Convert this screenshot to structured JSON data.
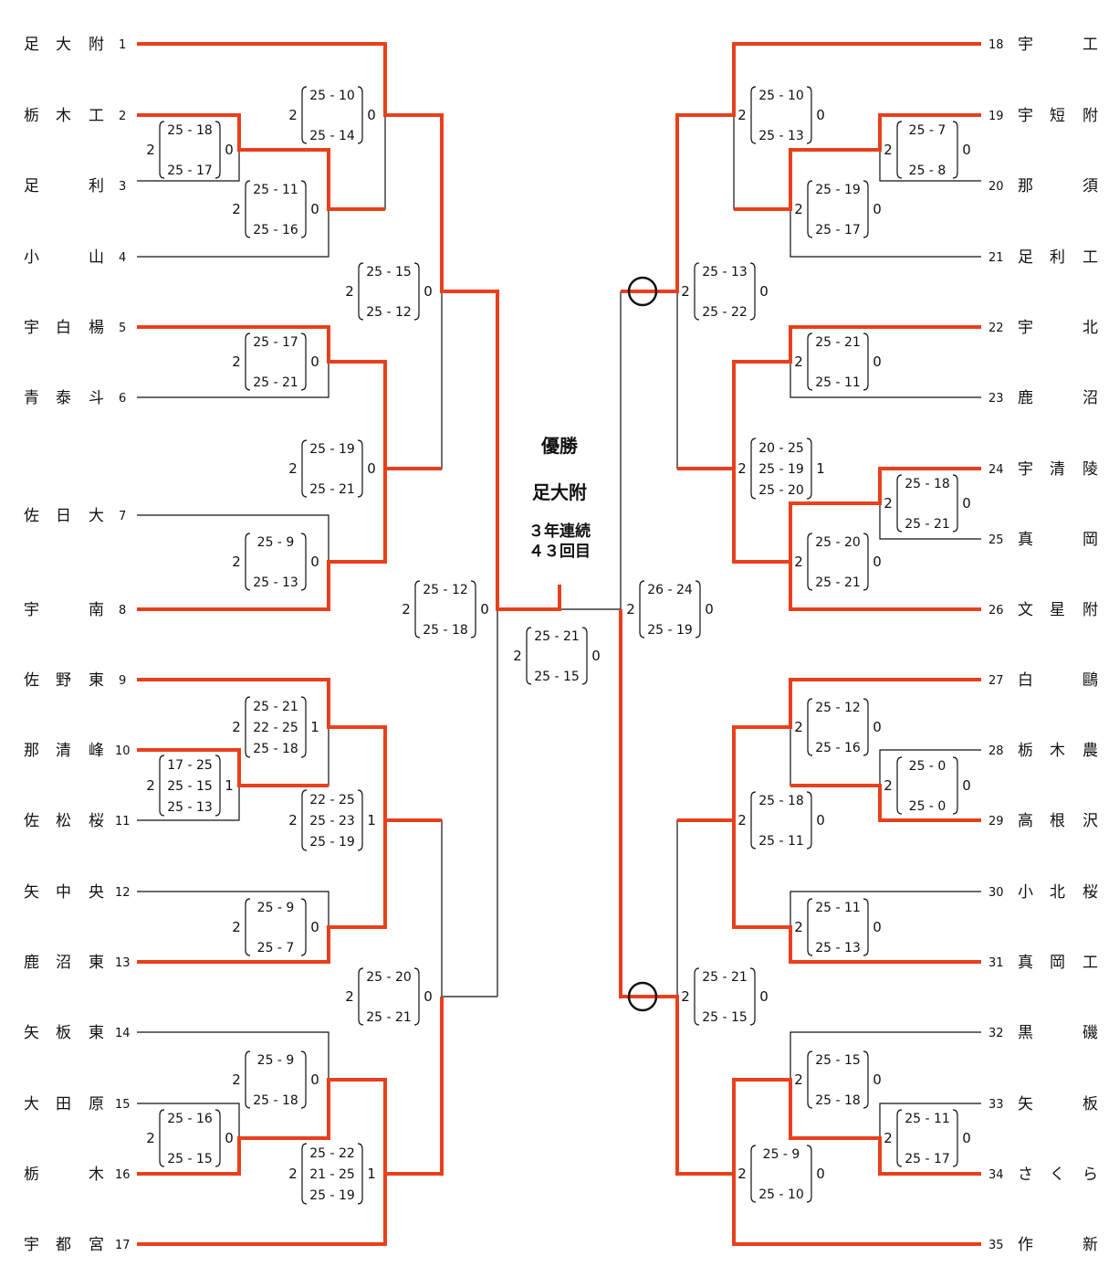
{
  "champion": {
    "label": "優勝",
    "team": "足大附",
    "streak": "３年連続",
    "count": "４３回目"
  },
  "teams_left": [
    {
      "no": "1",
      "chars": [
        "足",
        "大",
        "附"
      ]
    },
    {
      "no": "2",
      "chars": [
        "栃",
        "木",
        "工"
      ]
    },
    {
      "no": "3",
      "chars": [
        "足",
        "",
        "利"
      ]
    },
    {
      "no": "4",
      "chars": [
        "小",
        "",
        "山"
      ]
    },
    {
      "no": "5",
      "chars": [
        "宇",
        "白",
        "楊"
      ]
    },
    {
      "no": "6",
      "chars": [
        "青",
        "泰",
        "斗"
      ]
    },
    {
      "no": "7",
      "chars": [
        "佐",
        "日",
        "大"
      ]
    },
    {
      "no": "8",
      "chars": [
        "宇",
        "",
        "南"
      ]
    },
    {
      "no": "9",
      "chars": [
        "佐",
        "野",
        "東"
      ]
    },
    {
      "no": "10",
      "chars": [
        "那",
        "清",
        "峰"
      ]
    },
    {
      "no": "11",
      "chars": [
        "佐",
        "松",
        "桜"
      ]
    },
    {
      "no": "12",
      "chars": [
        "矢",
        "中",
        "央"
      ]
    },
    {
      "no": "13",
      "chars": [
        "鹿",
        "沼",
        "東"
      ]
    },
    {
      "no": "14",
      "chars": [
        "矢",
        "板",
        "東"
      ]
    },
    {
      "no": "15",
      "chars": [
        "大",
        "田",
        "原"
      ]
    },
    {
      "no": "16",
      "chars": [
        "栃",
        "",
        "木"
      ]
    },
    {
      "no": "17",
      "chars": [
        "宇",
        "都",
        "宮"
      ]
    }
  ],
  "teams_right": [
    {
      "no": "18",
      "chars": [
        "宇",
        "",
        "工"
      ]
    },
    {
      "no": "19",
      "chars": [
        "宇",
        "短",
        "附"
      ]
    },
    {
      "no": "20",
      "chars": [
        "那",
        "",
        "須"
      ]
    },
    {
      "no": "21",
      "chars": [
        "足",
        "利",
        "工"
      ]
    },
    {
      "no": "22",
      "chars": [
        "宇",
        "",
        "北"
      ]
    },
    {
      "no": "23",
      "chars": [
        "鹿",
        "",
        "沼"
      ]
    },
    {
      "no": "24",
      "chars": [
        "宇",
        "清",
        "陵"
      ]
    },
    {
      "no": "25",
      "chars": [
        "真",
        "",
        "岡"
      ]
    },
    {
      "no": "26",
      "chars": [
        "文",
        "星",
        "附"
      ]
    },
    {
      "no": "27",
      "chars": [
        "白",
        "",
        "鷗"
      ]
    },
    {
      "no": "28",
      "chars": [
        "栃",
        "木",
        "農"
      ]
    },
    {
      "no": "29",
      "chars": [
        "高",
        "根",
        "沢"
      ]
    },
    {
      "no": "30",
      "chars": [
        "小",
        "北",
        "桜"
      ]
    },
    {
      "no": "31",
      "chars": [
        "真",
        "岡",
        "工"
      ]
    },
    {
      "no": "32",
      "chars": [
        "黒",
        "",
        "磯"
      ]
    },
    {
      "no": "33",
      "chars": [
        "矢",
        "",
        "板"
      ]
    },
    {
      "no": "34",
      "chars": [
        "さ",
        "く",
        "ら"
      ]
    },
    {
      "no": "35",
      "chars": [
        "作",
        "",
        "新"
      ]
    }
  ],
  "matches": [
    {
      "id": "l-2v3",
      "top": "2",
      "bottom": "0",
      "sets": [
        "25 - 18",
        "25 - 17"
      ]
    },
    {
      "id": "l-1v23",
      "top": "2",
      "bottom": "0",
      "sets": [
        "25 - 10",
        "25 - 14"
      ]
    },
    {
      "id": "l-23v4",
      "top": "2",
      "bottom": "0",
      "sets": [
        "25 - 11",
        "25 - 16"
      ]
    },
    {
      "id": "l-5v6",
      "top": "2",
      "bottom": "0",
      "sets": [
        "25 - 17",
        "25 - 21"
      ]
    },
    {
      "id": "l-qf1",
      "top": "2",
      "bottom": "0",
      "sets": [
        "25 - 15",
        "25 - 12"
      ]
    },
    {
      "id": "l-56v78",
      "top": "2",
      "bottom": "0",
      "sets": [
        "25 - 19",
        "25 - 21"
      ]
    },
    {
      "id": "l-7v8",
      "top": "2",
      "bottom": "0",
      "sets": [
        "25 - 9",
        "25 - 13"
      ]
    },
    {
      "id": "l-sf1",
      "top": "2",
      "bottom": "0",
      "sets": [
        "25 - 12",
        "25 - 18"
      ]
    },
    {
      "id": "l-9v1011",
      "top": "2",
      "bottom": "1",
      "sets": [
        "25 - 21",
        "22 - 25",
        "25 - 18"
      ]
    },
    {
      "id": "l-10v11",
      "top": "2",
      "bottom": "1",
      "sets": [
        "17 - 25",
        "25 - 15",
        "25 - 13"
      ]
    },
    {
      "id": "l-qf2",
      "top": "2",
      "bottom": "1",
      "sets": [
        "22 - 25",
        "25 - 23",
        "25 - 19"
      ]
    },
    {
      "id": "l-12v13",
      "top": "2",
      "bottom": "0",
      "sets": [
        "25 - 9",
        "25 - 7"
      ]
    },
    {
      "id": "l-sf2",
      "top": "2",
      "bottom": "0",
      "sets": [
        "25 - 20",
        "25 - 21"
      ]
    },
    {
      "id": "l-14v1516",
      "top": "2",
      "bottom": "0",
      "sets": [
        "25 - 9",
        "25 - 18"
      ]
    },
    {
      "id": "l-15v16",
      "top": "2",
      "bottom": "0",
      "sets": [
        "25 - 16",
        "25 - 15"
      ]
    },
    {
      "id": "l-qf4",
      "top": "2",
      "bottom": "1",
      "sets": [
        "25 - 22",
        "21 - 25",
        "25 - 19"
      ]
    },
    {
      "id": "final",
      "top": "2",
      "bottom": "0",
      "sets": [
        "25 - 21",
        "25 - 15"
      ]
    },
    {
      "id": "r-18v1920",
      "top": "2",
      "bottom": "0",
      "sets": [
        "25 - 10",
        "25 - 13"
      ]
    },
    {
      "id": "r-19v20",
      "top": "2",
      "bottom": "0",
      "sets": [
        "25 - 7",
        "25 - 8"
      ]
    },
    {
      "id": "r-1920v21",
      "top": "2",
      "bottom": "0",
      "sets": [
        "25 - 19",
        "25 - 17"
      ]
    },
    {
      "id": "r-qf1",
      "top": "2",
      "bottom": "0",
      "sets": [
        "25 - 13",
        "25 - 22"
      ]
    },
    {
      "id": "r-22v23",
      "top": "2",
      "bottom": "0",
      "sets": [
        "25 - 21",
        "25 - 11"
      ]
    },
    {
      "id": "r-qf2",
      "top": "2",
      "bottom": "1",
      "sets": [
        "20 - 25",
        "25 - 19",
        "25 - 20"
      ]
    },
    {
      "id": "r-24v25",
      "top": "2",
      "bottom": "0",
      "sets": [
        "25 - 18",
        "25 - 21"
      ]
    },
    {
      "id": "r-2425v26",
      "top": "2",
      "bottom": "0",
      "sets": [
        "25 - 20",
        "25 - 21"
      ]
    },
    {
      "id": "r-sf1",
      "top": "2",
      "bottom": "0",
      "sets": [
        "26 - 24",
        "25 - 19"
      ]
    },
    {
      "id": "r-27v2829",
      "top": "2",
      "bottom": "0",
      "sets": [
        "25 - 12",
        "25 - 16"
      ]
    },
    {
      "id": "r-28v29",
      "top": "2",
      "bottom": "0",
      "sets": [
        "25 - 0",
        "25 - 0"
      ]
    },
    {
      "id": "r-qf3",
      "top": "2",
      "bottom": "0",
      "sets": [
        "25 - 18",
        "25 - 11"
      ]
    },
    {
      "id": "r-30v31",
      "top": "2",
      "bottom": "0",
      "sets": [
        "25 - 11",
        "25 - 13"
      ]
    },
    {
      "id": "r-sf2",
      "top": "2",
      "bottom": "0",
      "sets": [
        "25 - 21",
        "25 - 15"
      ]
    },
    {
      "id": "r-32v3334",
      "top": "2",
      "bottom": "0",
      "sets": [
        "25 - 15",
        "25 - 18"
      ]
    },
    {
      "id": "r-33v34",
      "top": "2",
      "bottom": "0",
      "sets": [
        "25 - 11",
        "25 - 17"
      ]
    },
    {
      "id": "r-qf4",
      "top": "2",
      "bottom": "0",
      "sets": [
        "25 - 9",
        "25 - 10"
      ]
    }
  ],
  "colors": {
    "winner_line": "#e8401c",
    "line": "#111111"
  }
}
